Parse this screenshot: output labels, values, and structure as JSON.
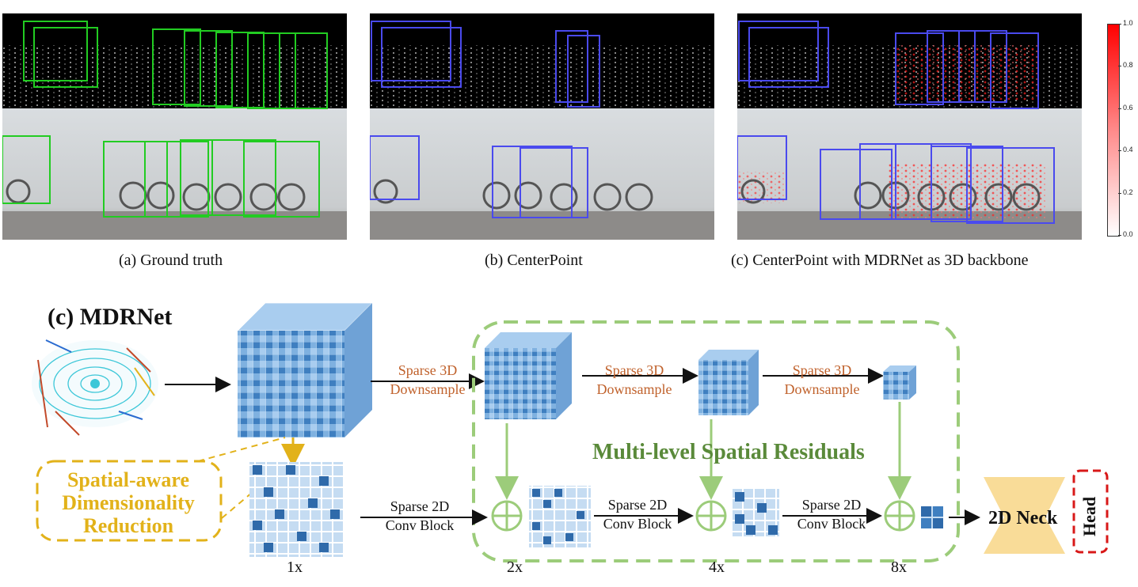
{
  "captions": {
    "a": "(a)  Ground truth",
    "b": "(b)  CenterPoint",
    "c": "(c)  CenterPoint with MDRNet as 3D backbone"
  },
  "colorbar": {
    "ticks": [
      "1.0",
      "0.8",
      "0.6",
      "0.4",
      "0.2",
      "0.0"
    ],
    "low_color": "#ffffff",
    "high_color": "#ff0000"
  },
  "colors": {
    "gt_box": "#22cc22",
    "pred_box": "#4a4aee",
    "residual_green": "#9ccc7a",
    "op_text": "#c0612b",
    "sadr_yellow": "#e2b21a",
    "neck_fill": "#f9dc98",
    "head_border": "#d81818",
    "voxel_blue": "#3f7fc0"
  },
  "diagram": {
    "title": "(c) MDRNet",
    "sparse3d_label": [
      "Sparse 3D",
      "Downsample"
    ],
    "sparse2d_label": [
      "Sparse 2D",
      "Conv Block"
    ],
    "multi_level_label": "Multi-level Spatial Residuals",
    "sadr_label": [
      "Spatial-aware",
      "Dimensionality",
      "Reduction"
    ],
    "scales": [
      "1x",
      "2x",
      "4x",
      "8x"
    ],
    "neck_label": "2D Neck",
    "head_label": "Head"
  }
}
